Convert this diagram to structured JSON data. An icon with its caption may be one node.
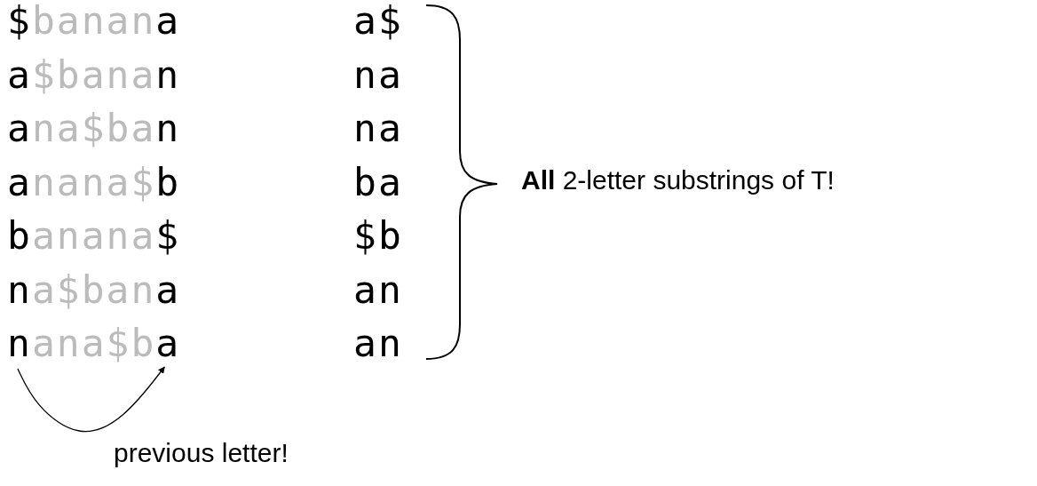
{
  "diagram": {
    "nodes": [
      {
        "text": [],
        "shape": "letter"
      },
      {
        "text": [],
        "shape": "letter"
      }
    ],
    "edges": [
      {
        "from": 0,
        "to": 1,
        "arrow": "to",
        "label": "previous letter!"
      }
    ],
    "labels": [
      "$banana",
      "a$",
      "a$banan",
      "na",
      "ana$ban",
      "na",
      "anana$b",
      "ba",
      "banana$",
      "$b",
      "na$bana",
      "an",
      "nana$ba",
      "an",
      "**All** 2-letter substrings of T!"
    ]
  }
}
